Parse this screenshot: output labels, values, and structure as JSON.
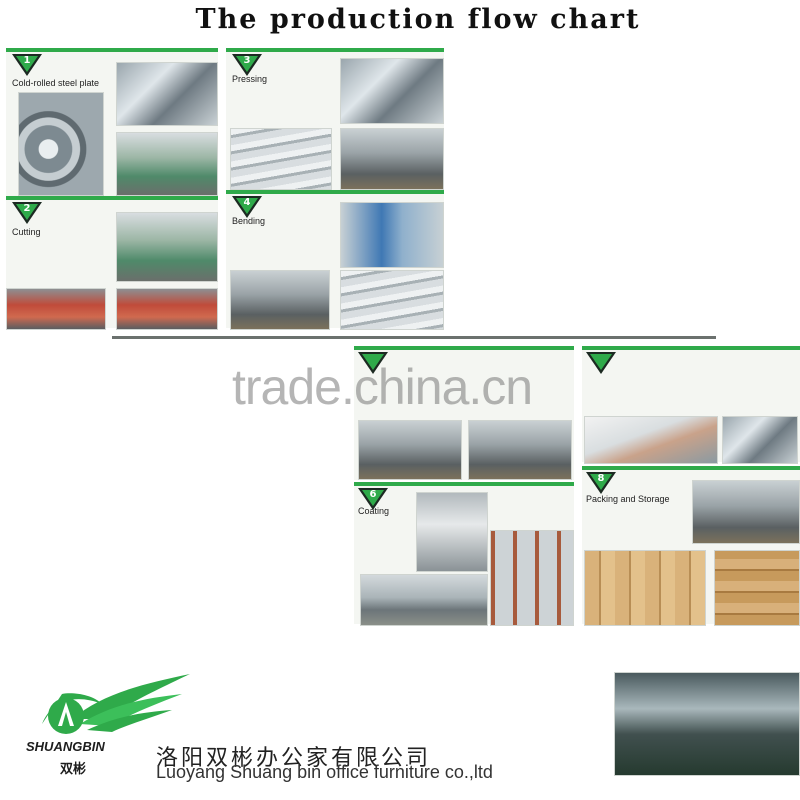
{
  "title": "The production flow chart",
  "watermark": "trade.china.cn",
  "colors": {
    "accent_green": "#2faa4a",
    "divider_gray": "#6b716e"
  },
  "steps": [
    {
      "number": "1",
      "label": "Cold-rolled steel plate"
    },
    {
      "number": "2",
      "label": "Cutting"
    },
    {
      "number": "3",
      "label": "Pressing"
    },
    {
      "number": "4",
      "label": "Bending"
    },
    {
      "number": "6",
      "label": "Coating"
    },
    {
      "number": "8",
      "label": "Packing and Storage"
    }
  ],
  "company": {
    "logo_name": "SHUANGBIN",
    "logo_cn": "双彬",
    "name_cn": "洛阳双彬办公家有限公司",
    "name_en": "Luoyang  Shuang bin office furniture co.,ltd"
  }
}
